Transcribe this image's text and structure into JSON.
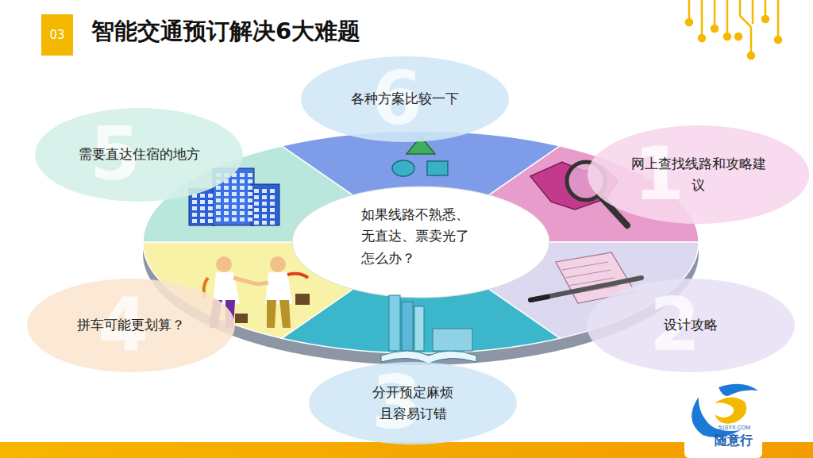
{
  "diagram": {
    "title": "智能交通预订解决6大难题",
    "nodes": [
      {
        "text": [
          "03"
        ]
      },
      {
        "text": [
          "6",
          "各种方案比较一下"
        ]
      },
      {
        "text": [
          "5",
          "需要直达住宿的地方"
        ]
      },
      {
        "text": [
          "1",
          "网上查找线路和攻略建议"
        ]
      },
      {
        "text": [
          "如果线路不熟悉、无直达、票卖光了怎么办？"
        ]
      },
      {
        "text": [
          "4",
          "拼车可能更划算？"
        ]
      },
      {
        "text": [
          "2",
          "设计攻略"
        ]
      },
      {
        "text": [
          "3",
          "分开预定麻烦且容易订错"
        ]
      }
    ],
    "labels": [
      "51SYX.COM",
      "随意行"
    ]
  }
}
